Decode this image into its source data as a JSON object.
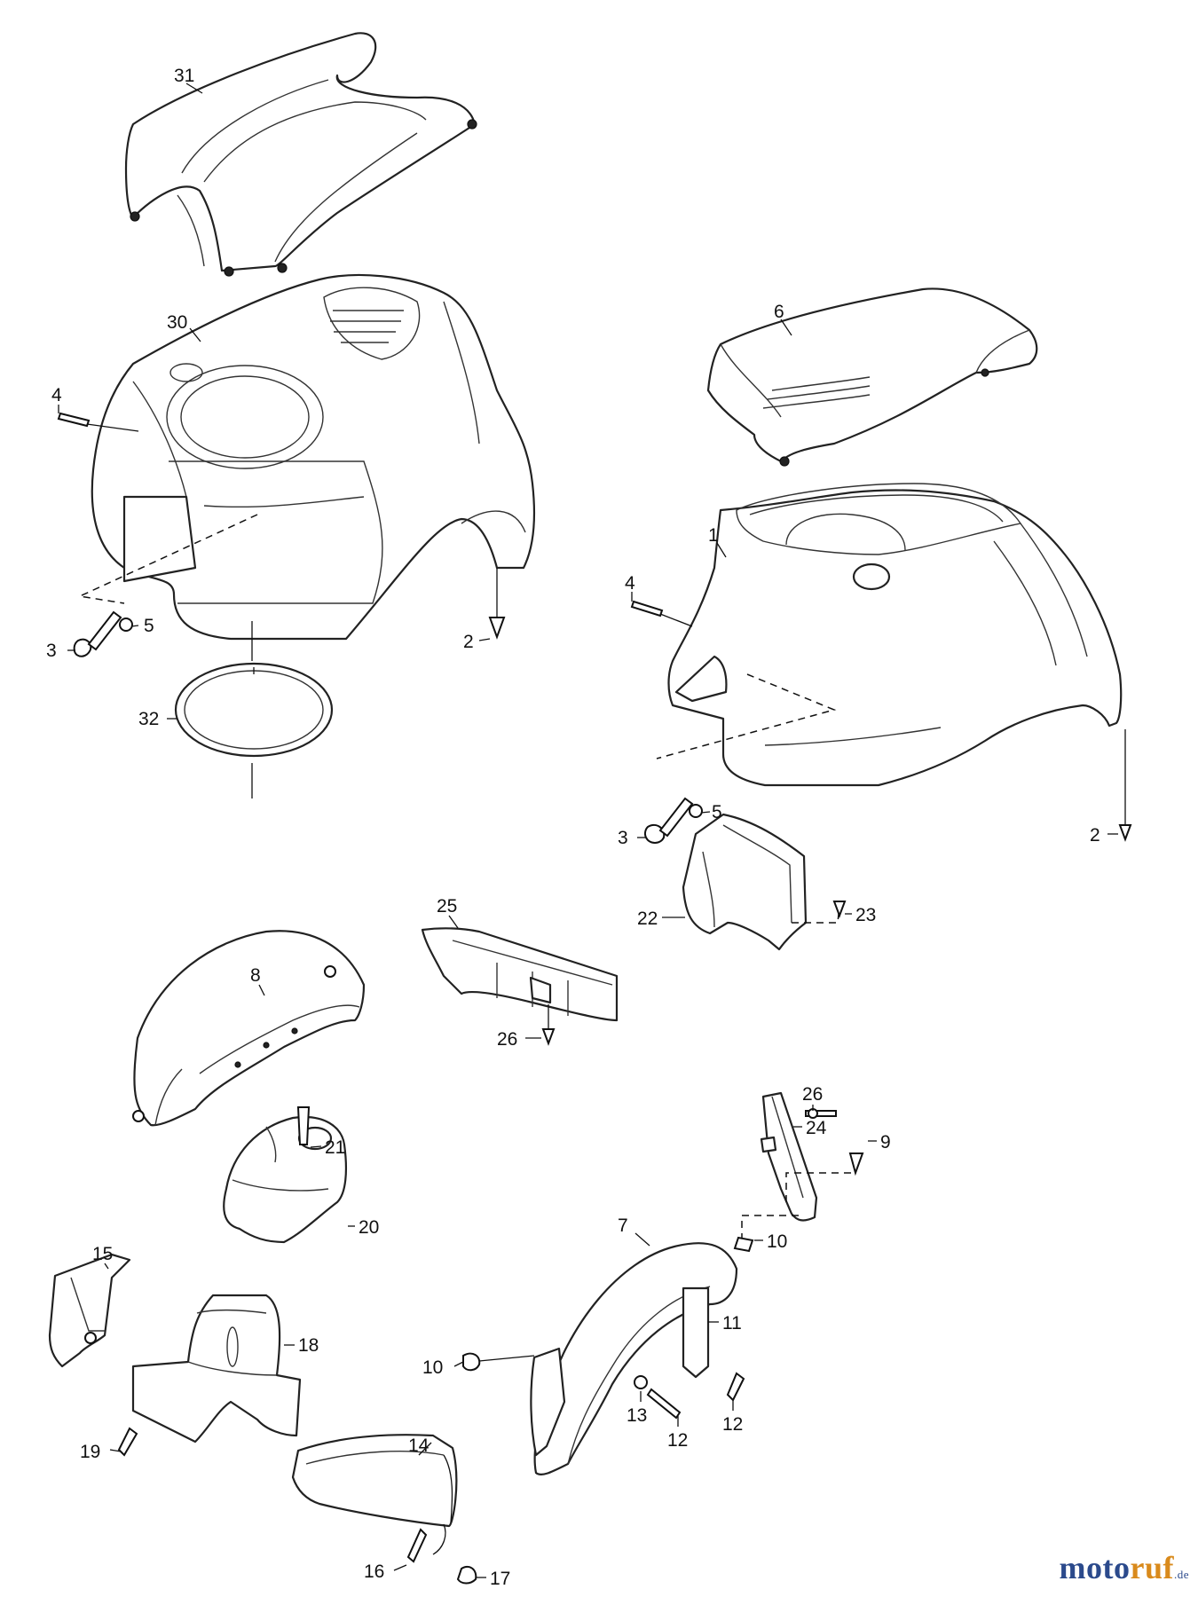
{
  "diagram": {
    "callouts": [
      {
        "id": "c31",
        "text": "31"
      },
      {
        "id": "c30",
        "text": "30"
      },
      {
        "id": "c4a",
        "text": "4"
      },
      {
        "id": "c5a",
        "text": "5"
      },
      {
        "id": "c3a",
        "text": "3"
      },
      {
        "id": "c2a",
        "text": "2"
      },
      {
        "id": "c32",
        "text": "32"
      },
      {
        "id": "c6",
        "text": "6"
      },
      {
        "id": "c1",
        "text": "1"
      },
      {
        "id": "c4b",
        "text": "4"
      },
      {
        "id": "c5b",
        "text": "5"
      },
      {
        "id": "c3b",
        "text": "3"
      },
      {
        "id": "c2b",
        "text": "2"
      },
      {
        "id": "c25",
        "text": "25"
      },
      {
        "id": "c26a",
        "text": "26"
      },
      {
        "id": "c22",
        "text": "22"
      },
      {
        "id": "c23",
        "text": "23"
      },
      {
        "id": "c8",
        "text": "8"
      },
      {
        "id": "c21",
        "text": "21"
      },
      {
        "id": "c20",
        "text": "20"
      },
      {
        "id": "c26b",
        "text": "26"
      },
      {
        "id": "c24",
        "text": "24"
      },
      {
        "id": "c9",
        "text": "9"
      },
      {
        "id": "c10a",
        "text": "10"
      },
      {
        "id": "c7",
        "text": "7"
      },
      {
        "id": "c11",
        "text": "11"
      },
      {
        "id": "c10b",
        "text": "10"
      },
      {
        "id": "c13",
        "text": "13"
      },
      {
        "id": "c12a",
        "text": "12"
      },
      {
        "id": "c12b",
        "text": "12"
      },
      {
        "id": "c15",
        "text": "15"
      },
      {
        "id": "c18",
        "text": "18"
      },
      {
        "id": "c19",
        "text": "19"
      },
      {
        "id": "c14",
        "text": "14"
      },
      {
        "id": "c16",
        "text": "16"
      },
      {
        "id": "c17",
        "text": "17"
      }
    ]
  },
  "watermark": {
    "brand_a": "moto",
    "brand_b": "ruf",
    "suffix": ".de",
    "color_a": "#2b4a8c",
    "color_b": "#d98a1c"
  }
}
